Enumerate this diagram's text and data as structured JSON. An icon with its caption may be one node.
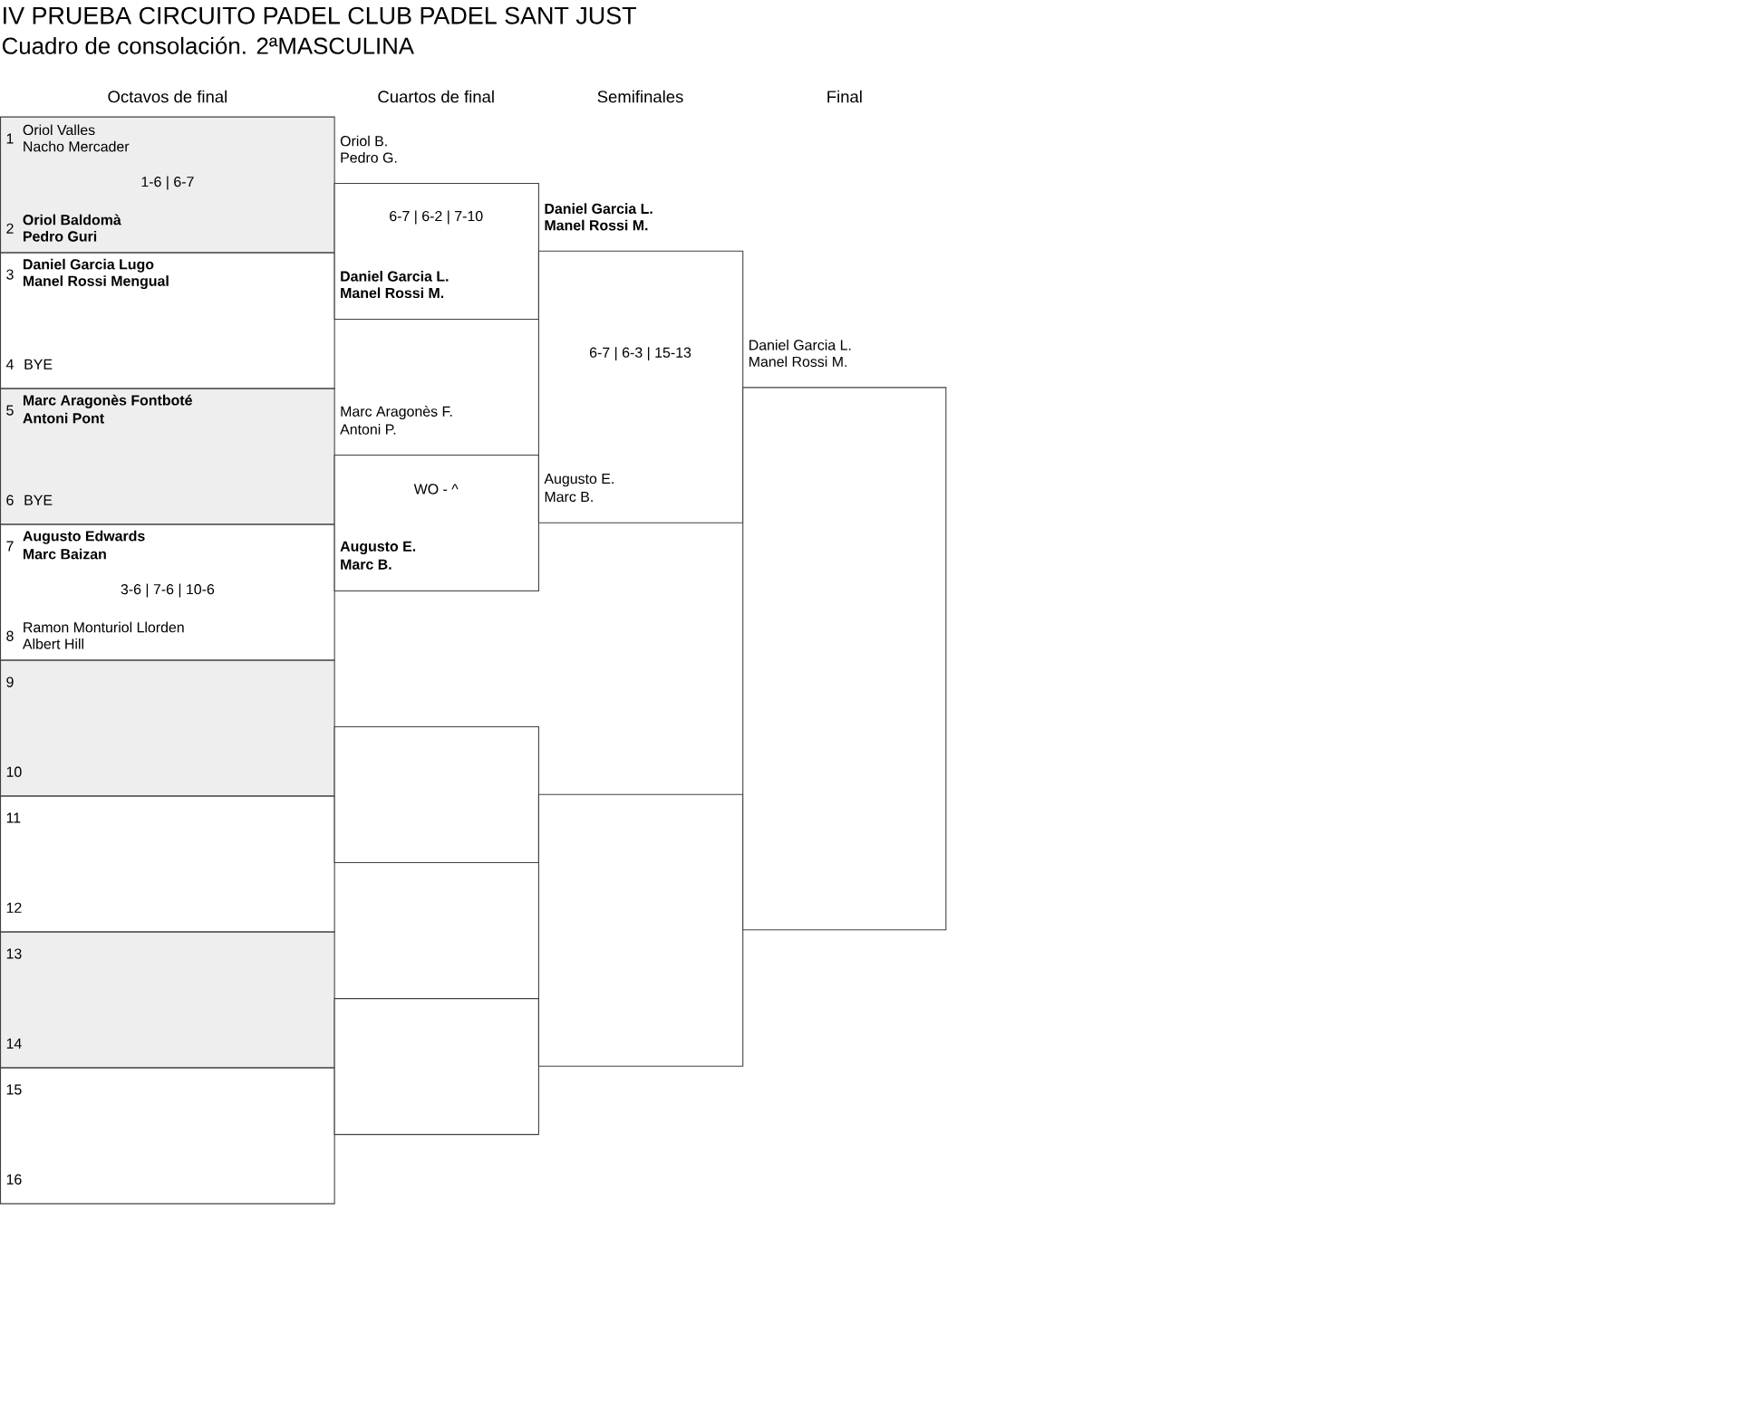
{
  "diagram": {
    "title": "IV PRUEBA CIRCUITO PADEL CLUB PADEL SANT JUST",
    "nodes": [
      {
        "text": [
          "1",
          "Oriol Valles",
          "Nacho Mercader",
          "1-6 | 6-7",
          "2",
          "**Oriol Baldomà**",
          "**Pedro Guri**"
        ]
      },
      {
        "text": [
          "3",
          "**Daniel Garcia Lugo**",
          "**Manel Rossi Mengual**",
          "4",
          "BYE"
        ]
      },
      {
        "text": [
          "5",
          "**Marc Aragonès Fontboté**",
          "**Antoni Pont**",
          "6",
          "BYE"
        ]
      },
      {
        "text": [
          "7",
          "**Augusto Edwards**",
          "**Marc Baizan**",
          "3-6 | 7-6 | 10-6",
          "8",
          "Ramon Monturiol Llorden",
          "Albert Hill"
        ]
      },
      {
        "text": [
          "9",
          "10"
        ]
      },
      {
        "text": [
          "11",
          "12"
        ]
      },
      {
        "text": [
          "13",
          "14"
        ]
      },
      {
        "text": [
          "15",
          "16"
        ]
      },
      {
        "text": [
          "Oriol B.",
          "Pedro G.",
          "6-7 | 6-2 | 7-10",
          "**Daniel Garcia L.**",
          "**Manel Rossi M.**"
        ]
      },
      {
        "text": [
          "Marc Aragonès F.",
          "Antoni P.",
          "WO - ^",
          "**Augusto E.**",
          "**Marc B.**"
        ]
      },
      {
        "text": [],
        "shape": "box"
      },
      {
        "text": [],
        "shape": "box"
      },
      {
        "text": [
          "**Daniel Garcia L.**",
          "**Manel Rossi M.**",
          "6-7 | 6-3 | 15-13",
          "Augusto E.",
          "Marc B."
        ]
      },
      {
        "text": [],
        "shape": "box"
      },
      {
        "text": [
          "Daniel Garcia L.",
          "Manel Rossi M."
        ]
      }
    ],
    "labels": [
      "Cuadro de consolación. 2ªMASCULINA",
      "Octavos de final",
      "Cuartos de final",
      "Semifinales",
      "Final"
    ]
  }
}
